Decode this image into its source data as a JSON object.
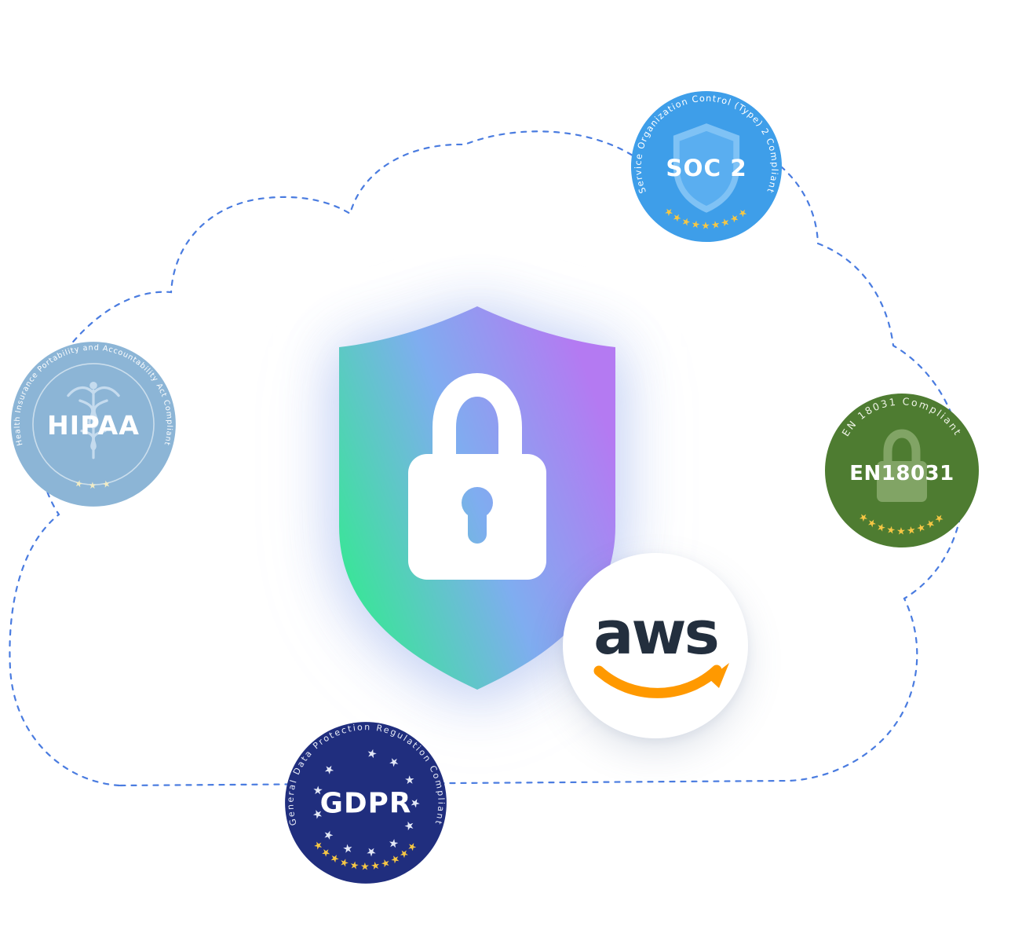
{
  "scene": {
    "background": "#ffffff",
    "cloud_color": "#4a7ce0"
  },
  "shield": {
    "gradient_start": "#3ce39b",
    "gradient_mid": "#7fadf0",
    "gradient_end": "#b47af2"
  },
  "badges": {
    "soc2": {
      "label": "SOC 2",
      "ring_text": "Service Organization Control (Type) 2 Compliant",
      "stars": "★★★★★★★★★",
      "base_color": "#3e9ee9",
      "icon_color": "#7fc2f5",
      "icon_inner_color": "#5aaef0",
      "star_color": "#f6c744"
    },
    "hipaa": {
      "label": "HIPAA",
      "ring_text": "Health Insurance Portability and Accountability Act Compliant",
      "stars": "★ ★ ★",
      "base_color": "#8cb5d6",
      "icon_color": "#c9def0",
      "star_color": "#f2ecc4"
    },
    "en18031": {
      "label": "EN18031",
      "ring_text": "EN 18031 Compliant",
      "stars": "★★★★★★★★★",
      "base_color": "#4e7c31",
      "icon_color": "#84a768",
      "star_color": "#f6c744"
    },
    "gdpr": {
      "label": "GDPR",
      "ring_text": "General Data Protection Regulation Compliant",
      "ring_stars": "★★★★★★★★★★★★",
      "stars": "★★★★★★★★★★★",
      "base_color": "#202e7e",
      "ring_star_color": "#e3e8f6",
      "star_color": "#f6c744"
    }
  },
  "aws": {
    "label": "aws",
    "text_color": "#232f3e",
    "smile_color": "#ff9900"
  }
}
